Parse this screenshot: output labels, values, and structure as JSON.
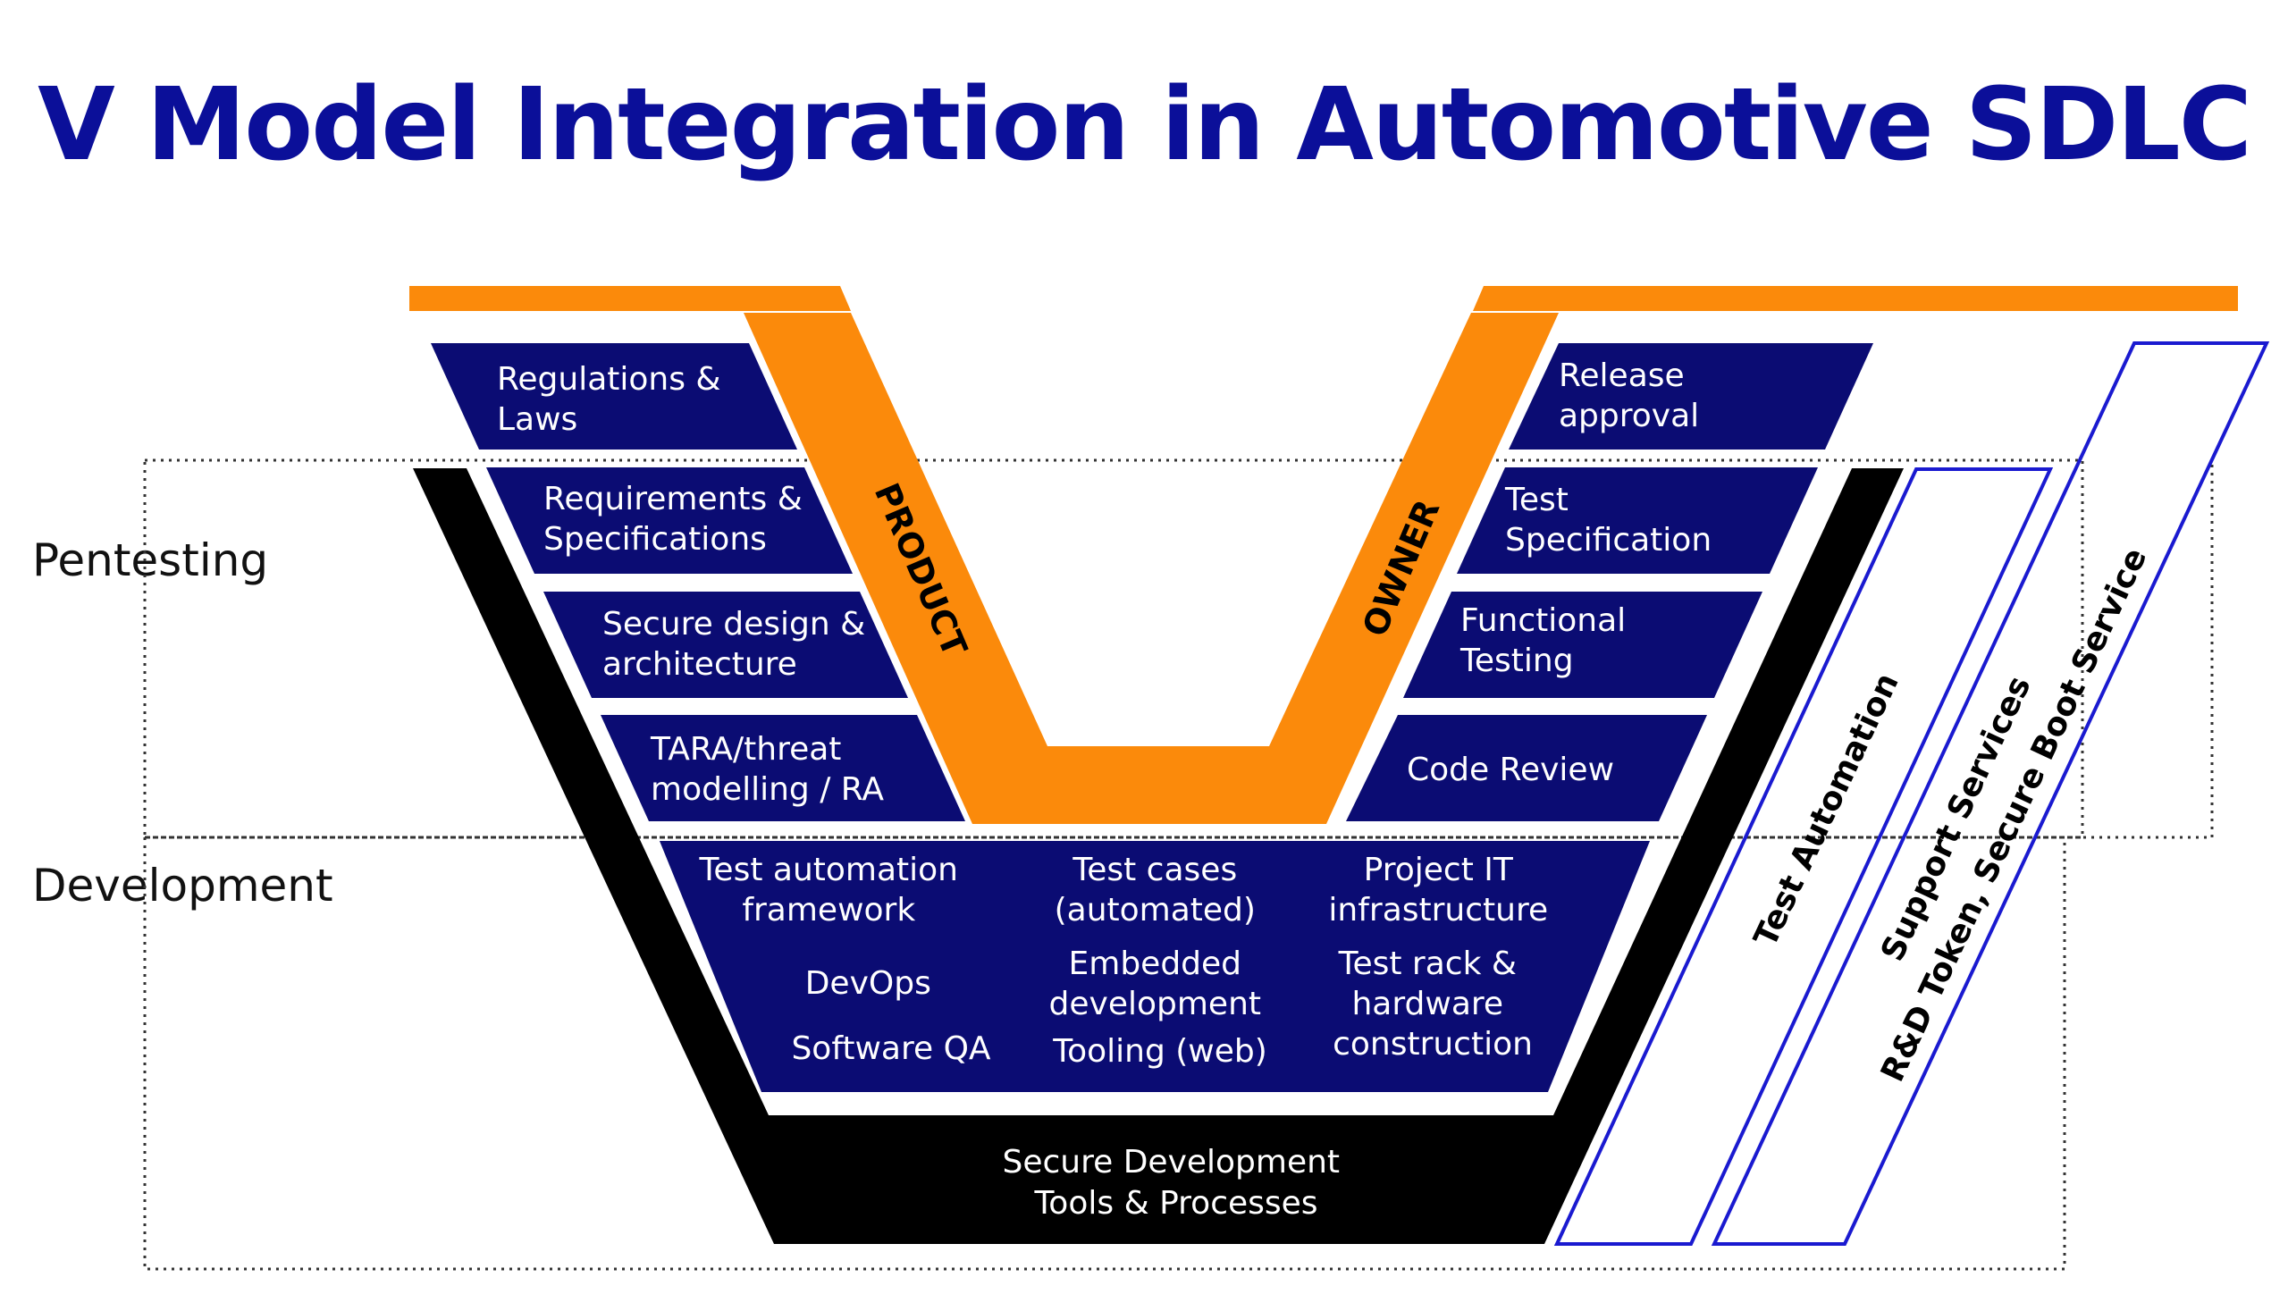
{
  "title": "V Model Integration in Automotive SDLC",
  "sections": {
    "pentesting": "Pentesting",
    "development": "Development"
  },
  "left_steps": [
    {
      "line1": "Regulations &",
      "line2": "Laws"
    },
    {
      "line1": "Requirements &",
      "line2": "Specifications"
    },
    {
      "line1": "Secure design &",
      "line2": "architecture"
    },
    {
      "line1": "TARA/threat",
      "line2": "modelling / RA"
    }
  ],
  "right_steps": [
    {
      "line1": "Release",
      "line2": "approval"
    },
    {
      "line1": "Test",
      "line2": "Specification"
    },
    {
      "line1": "Functional",
      "line2": "Testing"
    },
    {
      "line1": "Code Review",
      "line2": ""
    }
  ],
  "product_owner": {
    "left": "PRODUCT",
    "right": "OWNER"
  },
  "development_block": {
    "col1": [
      "Test automation",
      "framework",
      "DevOps",
      "Software QA"
    ],
    "col2": [
      "Test cases",
      "(automated)",
      "Embedded",
      "development",
      "Tooling (web)"
    ],
    "col3": [
      "Project IT",
      "infrastructure",
      "Test rack &",
      "hardware",
      "construction"
    ]
  },
  "foundation": {
    "line1": "Secure Development",
    "line2": "Tools & Processes"
  },
  "side_bands": {
    "test_automation": "Test Automation",
    "support_line1": "Support Services",
    "support_line2": "R&D Token, Secure Boot Service"
  },
  "colors": {
    "title": "#0b0f99",
    "navy": "#0b0c73",
    "orange": "#fb8a0b",
    "black": "#000000",
    "outline_blue": "#1a1ad0"
  }
}
